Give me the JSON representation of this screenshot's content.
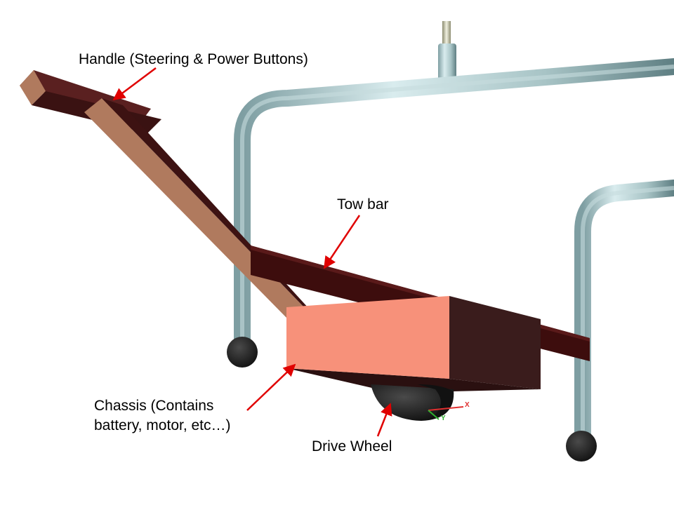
{
  "labels": {
    "handle": "Handle (Steering & Power Buttons)",
    "tow_bar": "Tow bar",
    "chassis": "Chassis (Contains\nbattery, motor, etc…)",
    "drive_wheel": "Drive Wheel"
  },
  "axes": {
    "x": "X",
    "y": "Y"
  },
  "colors": {
    "arrow": "#e00000",
    "handle_face": "#b07a5e",
    "handle_dark": "#4a1818",
    "tow_bar": "#3d0d0d",
    "chassis_front": "#f7917a",
    "chassis_side": "#3a1c1c",
    "pipe": "#a8c4c6",
    "pipe_shadow": "#6f8f93",
    "wheel": "#1e1e1e",
    "axis_x": "#e03030",
    "axis_y": "#30b030"
  }
}
